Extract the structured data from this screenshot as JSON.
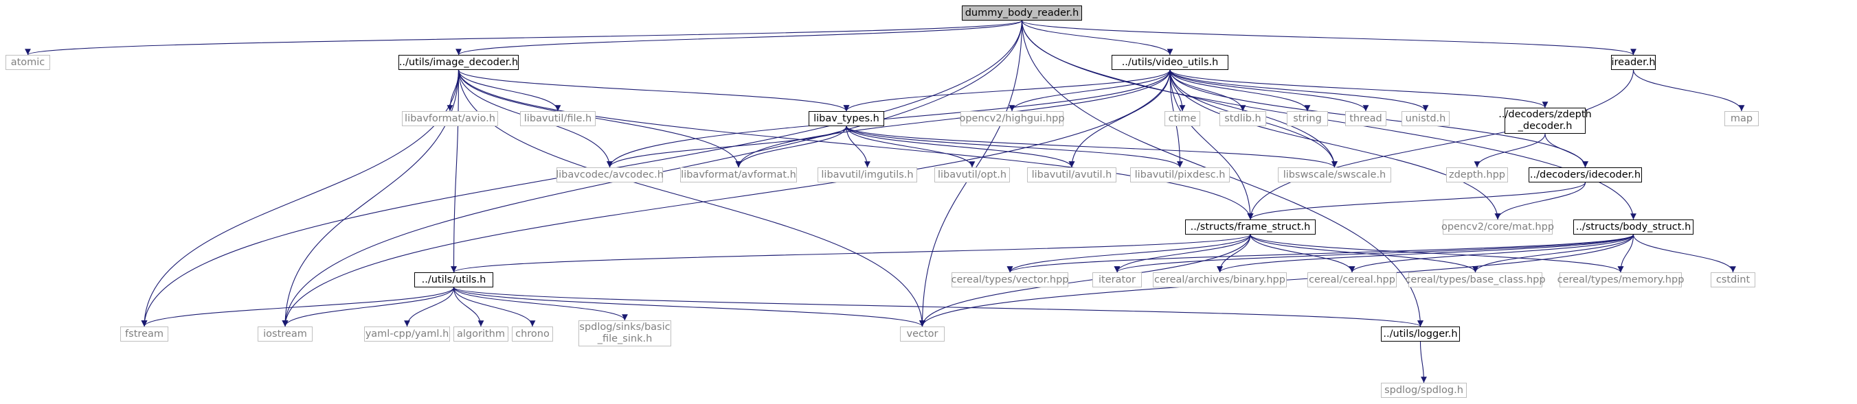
{
  "colors": {
    "edge": "#191970",
    "root_fill": "#bfbfbf",
    "local_border": "#000000",
    "system_border": "#bfbfbf",
    "system_text": "#7f7f7f"
  },
  "nodes": {
    "dummy_body_reader_h": {
      "label": "dummy_body_reader.h",
      "kind": "root"
    },
    "atomic": {
      "label": "atomic",
      "kind": "sys"
    },
    "image_decoder_h": {
      "label": "../utils/image_decoder.h",
      "kind": "local"
    },
    "video_utils_h": {
      "label": "../utils/video_utils.h",
      "kind": "local"
    },
    "ireader_h": {
      "label": "ireader.h",
      "kind": "local"
    },
    "map": {
      "label": "map",
      "kind": "sys"
    },
    "libavformat_avio_h": {
      "label": "libavformat/avio.h",
      "kind": "sys"
    },
    "libavutil_file_h": {
      "label": "libavutil/file.h",
      "kind": "sys"
    },
    "libav_types_h": {
      "label": "libav_types.h",
      "kind": "local"
    },
    "opencv2_highgui_hpp": {
      "label": "opencv2/highgui.hpp",
      "kind": "sys"
    },
    "ctime": {
      "label": "ctime",
      "kind": "sys"
    },
    "stdlib_h": {
      "label": "stdlib.h",
      "kind": "sys"
    },
    "string": {
      "label": "string",
      "kind": "sys"
    },
    "thread": {
      "label": "thread",
      "kind": "sys"
    },
    "unistd_h": {
      "label": "unistd.h",
      "kind": "sys"
    },
    "zdepth_decoder_h": {
      "label": "../decoders/zdepth\n_decoder.h",
      "kind": "local"
    },
    "zdepth_hpp": {
      "label": "zdepth.hpp",
      "kind": "sys"
    },
    "idecoder_h": {
      "label": "../decoders/idecoder.h",
      "kind": "local"
    },
    "libavcodec_avcodec_h": {
      "label": "libavcodec/avcodec.h",
      "kind": "sys"
    },
    "libavformat_avformat_h": {
      "label": "libavformat/avformat.h",
      "kind": "sys"
    },
    "libavutil_imgutils_h": {
      "label": "libavutil/imgutils.h",
      "kind": "sys"
    },
    "libavutil_opt_h": {
      "label": "libavutil/opt.h",
      "kind": "sys"
    },
    "libavutil_avutil_h": {
      "label": "libavutil/avutil.h",
      "kind": "sys"
    },
    "libavutil_pixdesc_h": {
      "label": "libavutil/pixdesc.h",
      "kind": "sys"
    },
    "libswscale_swscale_h": {
      "label": "libswscale/swscale.h",
      "kind": "sys"
    },
    "frame_struct_h": {
      "label": "../structs/frame_struct.h",
      "kind": "local"
    },
    "opencv2_core_mat_hpp": {
      "label": "opencv2/core/mat.hpp",
      "kind": "sys"
    },
    "body_struct_h": {
      "label": "../structs/body_struct.h",
      "kind": "local"
    },
    "utils_h": {
      "label": "../utils/utils.h",
      "kind": "local"
    },
    "cereal_types_vector_hpp": {
      "label": "cereal/types/vector.hpp",
      "kind": "sys"
    },
    "iterator": {
      "label": "iterator",
      "kind": "sys"
    },
    "cereal_archives_binary_hpp": {
      "label": "cereal/archives/binary.hpp",
      "kind": "sys"
    },
    "cereal_cereal_hpp": {
      "label": "cereal/cereal.hpp",
      "kind": "sys"
    },
    "cereal_types_base_class_hpp": {
      "label": "cereal/types/base_class.hpp",
      "kind": "sys"
    },
    "cereal_types_memory_hpp": {
      "label": "cereal/types/memory.hpp",
      "kind": "sys"
    },
    "cstdint": {
      "label": "cstdint",
      "kind": "sys"
    },
    "fstream": {
      "label": "fstream",
      "kind": "sys"
    },
    "iostream": {
      "label": "iostream",
      "kind": "sys"
    },
    "yaml_cpp_yaml_h": {
      "label": "yaml-cpp/yaml.h",
      "kind": "sys"
    },
    "algorithm": {
      "label": "algorithm",
      "kind": "sys"
    },
    "chrono": {
      "label": "chrono",
      "kind": "sys"
    },
    "spdlog_sinks_basic_file_sink_h": {
      "label": "spdlog/sinks/basic\n_file_sink.h",
      "kind": "sys"
    },
    "vector": {
      "label": "vector",
      "kind": "sys"
    },
    "logger_h": {
      "label": "../utils/logger.h",
      "kind": "local"
    },
    "spdlog_spdlog_h": {
      "label": "spdlog/spdlog.h",
      "kind": "sys"
    }
  },
  "edges": [
    [
      "dummy_body_reader_h",
      "atomic"
    ],
    [
      "dummy_body_reader_h",
      "image_decoder_h"
    ],
    [
      "dummy_body_reader_h",
      "video_utils_h"
    ],
    [
      "dummy_body_reader_h",
      "ireader_h"
    ],
    [
      "dummy_body_reader_h",
      "body_struct_h"
    ],
    [
      "dummy_body_reader_h",
      "fstream"
    ],
    [
      "dummy_body_reader_h",
      "iostream"
    ],
    [
      "dummy_body_reader_h",
      "vector"
    ],
    [
      "dummy_body_reader_h",
      "logger_h"
    ],
    [
      "dummy_body_reader_h",
      "libswscale_swscale_h"
    ],
    [
      "image_decoder_h",
      "libavformat_avio_h"
    ],
    [
      "image_decoder_h",
      "libavutil_file_h"
    ],
    [
      "image_decoder_h",
      "libav_types_h"
    ],
    [
      "image_decoder_h",
      "libavcodec_avcodec_h"
    ],
    [
      "image_decoder_h",
      "libavformat_avformat_h"
    ],
    [
      "image_decoder_h",
      "frame_struct_h"
    ],
    [
      "image_decoder_h",
      "utils_h"
    ],
    [
      "image_decoder_h",
      "fstream"
    ],
    [
      "image_decoder_h",
      "iostream"
    ],
    [
      "image_decoder_h",
      "vector"
    ],
    [
      "video_utils_h",
      "libav_types_h"
    ],
    [
      "video_utils_h",
      "opencv2_highgui_hpp"
    ],
    [
      "video_utils_h",
      "ctime"
    ],
    [
      "video_utils_h",
      "stdlib_h"
    ],
    [
      "video_utils_h",
      "string"
    ],
    [
      "video_utils_h",
      "thread"
    ],
    [
      "video_utils_h",
      "unistd_h"
    ],
    [
      "video_utils_h",
      "zdepth_decoder_h"
    ],
    [
      "video_utils_h",
      "idecoder_h"
    ],
    [
      "video_utils_h",
      "libavcodec_avcodec_h"
    ],
    [
      "video_utils_h",
      "libavformat_avformat_h"
    ],
    [
      "video_utils_h",
      "libavutil_avutil_h"
    ],
    [
      "video_utils_h",
      "libavutil_pixdesc_h"
    ],
    [
      "video_utils_h",
      "libswscale_swscale_h"
    ],
    [
      "video_utils_h",
      "frame_struct_h"
    ],
    [
      "video_utils_h",
      "opencv2_core_mat_hpp"
    ],
    [
      "video_utils_h",
      "iostream"
    ],
    [
      "ireader_h",
      "map"
    ],
    [
      "ireader_h",
      "frame_struct_h"
    ],
    [
      "libav_types_h",
      "libavcodec_avcodec_h"
    ],
    [
      "libav_types_h",
      "libavformat_avformat_h"
    ],
    [
      "libav_types_h",
      "libavutil_imgutils_h"
    ],
    [
      "libav_types_h",
      "libavutil_opt_h"
    ],
    [
      "libav_types_h",
      "libavutil_avutil_h"
    ],
    [
      "libav_types_h",
      "libavutil_pixdesc_h"
    ],
    [
      "libav_types_h",
      "libswscale_swscale_h"
    ],
    [
      "zdepth_decoder_h",
      "zdepth_hpp"
    ],
    [
      "zdepth_decoder_h",
      "idecoder_h"
    ],
    [
      "idecoder_h",
      "frame_struct_h"
    ],
    [
      "idecoder_h",
      "opencv2_core_mat_hpp"
    ],
    [
      "frame_struct_h",
      "utils_h"
    ],
    [
      "frame_struct_h",
      "cereal_types_vector_hpp"
    ],
    [
      "frame_struct_h",
      "iterator"
    ],
    [
      "frame_struct_h",
      "cereal_archives_binary_hpp"
    ],
    [
      "frame_struct_h",
      "cereal_cereal_hpp"
    ],
    [
      "frame_struct_h",
      "cereal_types_base_class_hpp"
    ],
    [
      "frame_struct_h",
      "cereal_types_memory_hpp"
    ],
    [
      "frame_struct_h",
      "vector"
    ],
    [
      "body_struct_h",
      "cereal_types_vector_hpp"
    ],
    [
      "body_struct_h",
      "iterator"
    ],
    [
      "body_struct_h",
      "cereal_archives_binary_hpp"
    ],
    [
      "body_struct_h",
      "cereal_cereal_hpp"
    ],
    [
      "body_struct_h",
      "cereal_types_base_class_hpp"
    ],
    [
      "body_struct_h",
      "cereal_types_memory_hpp"
    ],
    [
      "body_struct_h",
      "cstdint"
    ],
    [
      "body_struct_h",
      "vector"
    ],
    [
      "utils_h",
      "fstream"
    ],
    [
      "utils_h",
      "iostream"
    ],
    [
      "utils_h",
      "yaml_cpp_yaml_h"
    ],
    [
      "utils_h",
      "algorithm"
    ],
    [
      "utils_h",
      "chrono"
    ],
    [
      "utils_h",
      "spdlog_sinks_basic_file_sink_h"
    ],
    [
      "utils_h",
      "vector"
    ],
    [
      "utils_h",
      "logger_h"
    ],
    [
      "logger_h",
      "spdlog_spdlog_h"
    ]
  ]
}
